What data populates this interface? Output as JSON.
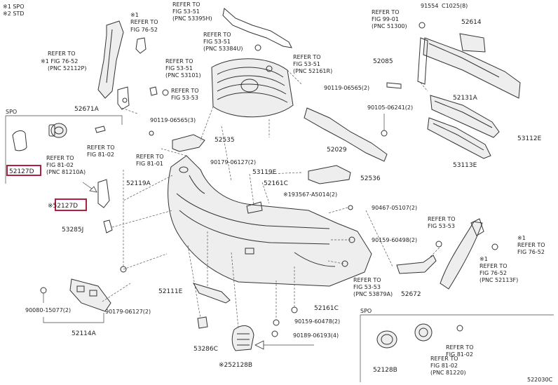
{
  "legend": {
    "line1": "※1 SPO",
    "line2": "※2 STD"
  },
  "section_spo_left": "SPO",
  "section_spo_bottom": "SPO",
  "refs": {
    "r_53_51_a": [
      "REFER TO",
      "FIG 53-51",
      "(PNC 53395H)"
    ],
    "r_76_52_a": [
      "※1",
      "REFER TO",
      "FIG 76-52"
    ],
    "r_76_52_b": [
      "REFER TO",
      "※1 FIG 76-52",
      "(PNC 52112P)"
    ],
    "r_53_51_b": [
      "REFER TO",
      "FIG 53-51",
      "(PNC 53384U)"
    ],
    "r_53_51_c": [
      "REFER TO",
      "FIG 53-51",
      "(PNC 53101)"
    ],
    "r_53_51_d": [
      "REFER TO",
      "FIG 53-51",
      "(PNC 52161R)"
    ],
    "r_53_53_a": [
      "REFER TO",
      "FIG 53-53"
    ],
    "r_99_01": [
      "REFER TO",
      "FIG 99-01",
      "(PNC 51300)"
    ],
    "r_81_02_a": [
      "REFER TO",
      "FIG 81-02"
    ],
    "r_81_02_b": [
      "REFER TO",
      "FIG 81-02",
      "(PNC 81210A)"
    ],
    "r_81_01_a": [
      "REFER TO",
      "FIG 81-01"
    ],
    "r_53_53_b": [
      "REFER TO",
      "FIG 53-53"
    ],
    "r_76_52_c": [
      "※1",
      "REFER TO",
      "FIG 76-52"
    ],
    "r_76_52_d": [
      "※1",
      "REFER TO",
      "FIG 76-52",
      "(PNC 52113F)"
    ],
    "r_53_53_c": [
      "REFER TO",
      "FIG 53-53",
      "(PNC 53879A)"
    ],
    "r_81_02_c": [
      "REFER TO",
      "FIG 81-02",
      "(PNC 81220)"
    ],
    "r_81_02_d": [
      "REFER TO",
      "FIG 81-02"
    ]
  },
  "parts": {
    "p91554": "91554",
    "pC1025": "C1025(8)",
    "p52614": "52614",
    "p52085": "52085",
    "p90119_06565_2": "90119-06565(2)",
    "p52131A": "52131A",
    "p52671A": "52671A",
    "p90119_06565_3": "90119-06565(3)",
    "p90105_06241": "90105-06241(2)",
    "p53112E": "53112E",
    "p52535": "52535",
    "p52029": "52029",
    "p53113E": "53113E",
    "p52127D_a": "52127D",
    "p90179_06127_2a": "90179-06127(2)",
    "p53119E": "53119E",
    "p52536": "52536",
    "p52119A": "52119A",
    "p52161C_a": "52161C",
    "p193567": "※193567-A5014(2)",
    "p52127D_b": "※52127D",
    "p90467_05107": "90467-05107(2)",
    "p53285J": "53285J",
    "p90159_60498": "90159-60498(2)",
    "p52672": "52672",
    "p52111E": "52111E",
    "p90080_15077": "90080-15077(2)",
    "p90179_06127_2b": "90179-06127(2)",
    "p52161C_b": "52161C",
    "p90159_60478": "90159-60478(2)",
    "p52114A": "52114A",
    "p90189_06193": "90189-06193(4)",
    "p53286C": "53286C",
    "p52128B_a": "※252128B",
    "p52128B_b": "52128B",
    "diagram_id": "522030C"
  }
}
